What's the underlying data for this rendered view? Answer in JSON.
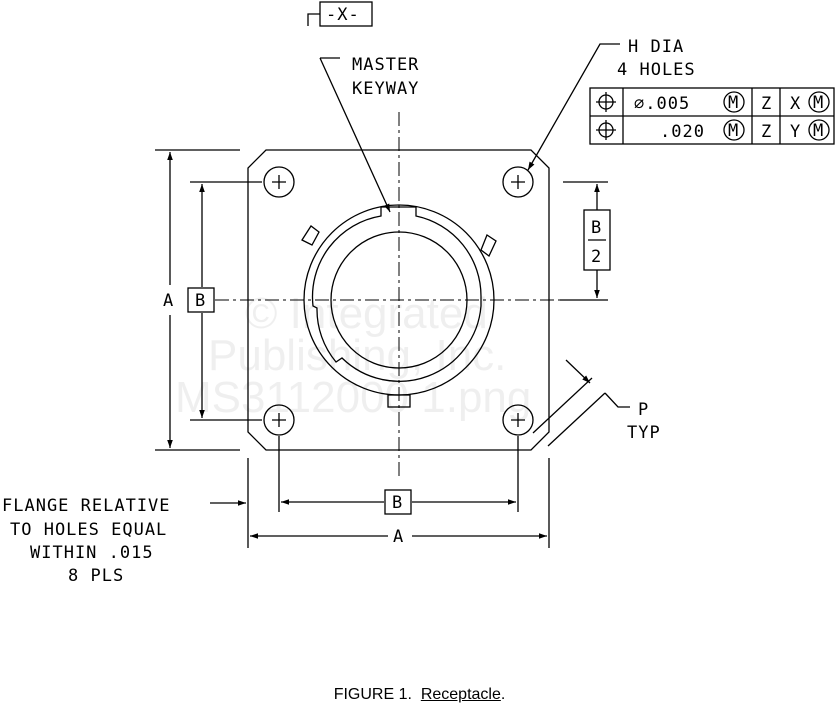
{
  "labels": {
    "datum_x": "-X-",
    "master_keyway_1": "MASTER",
    "master_keyway_2": "KEYWAY",
    "h_dia": "H DIA",
    "holes": "4 HOLES",
    "dim_a_vertical": "A",
    "datum_b_vertical": "B",
    "b_over_2_num": "B",
    "b_over_2_den": "2",
    "p": "P",
    "typ": "TYP",
    "datum_b_horizontal": "B",
    "dim_a_horizontal": "A",
    "flange_note": [
      "FLANGE RELATIVE",
      "TO HOLES EQUAL",
      "WITHIN .015",
      "8 PLS"
    ]
  },
  "feature_control_frame": [
    {
      "symbol": "position",
      "tolerance": "⌀.005",
      "modifier": "M",
      "datum1": "Z",
      "datum2": "X",
      "datum2_modifier": "M"
    },
    {
      "symbol": "position",
      "tolerance": ".020",
      "modifier": "M",
      "datum1": "Z",
      "datum2": "Y",
      "datum2_modifier": "M"
    }
  ],
  "watermark": [
    "© Integrated",
    "Publishing, Inc.",
    "MS3112000 1.png"
  ],
  "caption": {
    "prefix": "FIGURE 1.",
    "title": "Receptacle",
    "suffix": "."
  }
}
